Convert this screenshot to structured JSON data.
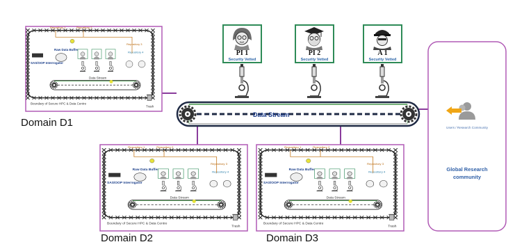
{
  "domains": [
    {
      "label": "Domain D1"
    },
    {
      "label": "Domain D2"
    },
    {
      "label": "Domain D3"
    }
  ],
  "domain_panel": {
    "repository_1": "Repository 1",
    "repository_2": "Repository 2",
    "repository_3": "Repository 3",
    "repository_4": "Repository 4",
    "raw_data_buffer": "Raw Data Buffer",
    "sas_interrogator": "SAS/OOP Interrogator",
    "data_stream": "Data Stream",
    "boundary": "Boundary of Secure HPC & Data Centre",
    "trash": "Trash"
  },
  "personas": [
    {
      "label": "PI 1",
      "sub": "Security Vetted",
      "icon": "female-researcher-icon"
    },
    {
      "label": "PI 2",
      "sub": "Security Vetted",
      "icon": "graduate-researcher-icon"
    },
    {
      "label": "A 1",
      "sub": "Security Vetted",
      "icon": "officer-analyst-icon"
    }
  ],
  "main_stream": {
    "label": "Data Stream"
  },
  "global": {
    "users_label": "Users / Research Community",
    "title": "Global Research community"
  },
  "colors": {
    "domain_border": "#b05ab5",
    "connector": "#8a3c9c",
    "stream_border": "#1f2a44",
    "stream_inner": "#4a9a4e",
    "persona_border": "#2e8b57",
    "arrow": "#f0a615",
    "fence": "#222222"
  }
}
